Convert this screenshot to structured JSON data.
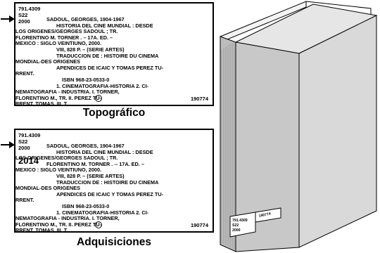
{
  "cards": [
    {
      "call_number": [
        "791.4309",
        "S22",
        "2000"
      ],
      "lines": [
        {
          "text": "SADOUL, GEORGES, 1904-1967",
          "style": "base"
        },
        {
          "text": "HISTORIA DEL CINE MUNDIAL : DESDE",
          "style": "ind1"
        },
        {
          "text": "LOS ORIGENES/GEORGES SADOUL ; TR.",
          "style": "base"
        },
        {
          "text": "FLORENTINO M. TORNER . – 17A. ED. –",
          "style": "base"
        },
        {
          "text": "MEXICO : SIGLO VEINTIUNO, 2000.",
          "style": "base"
        },
        {
          "text": "VIII, 828 P. – (SERIE ARTES)",
          "style": "ind1"
        },
        {
          "text": "TRADUCCION DE : HISTOIRE DU CINEMA",
          "style": "ind1"
        },
        {
          "text": "MONDIAL-DES ORIGENES",
          "style": "hang"
        },
        {
          "text": "APENDICES DE ICAIC Y TOMAS PEREZ TU-",
          "style": "ind1"
        },
        {
          "text": "RRENT.",
          "style": "hang"
        },
        {
          "text": "ISBN 968-23-0533-0",
          "style": "ind2"
        },
        {
          "text": "1. CINEMATOGRAFIA-HISTORIA 2. CI-",
          "style": "ind1"
        },
        {
          "text": "NEMATOGRAFIA - INDUSTRIA. I. TORNER,",
          "style": "hang"
        },
        {
          "text": "FLORENTINO M., TR. II. PEREZ TU-",
          "style": "hang"
        },
        {
          "text": "RRENT, TOMAS.     III. T.",
          "style": "hang"
        }
      ],
      "inventory_number": "190774",
      "caption": "Topográfico",
      "year_stamp": ""
    },
    {
      "call_number": [
        "791.4309",
        "S22",
        "2000"
      ],
      "lines": [
        {
          "text": "SADOUL, GEORGES, 1904-1967",
          "style": "base"
        },
        {
          "text": "HISTORIA DEL CINE MUNDIAL : DESDE",
          "style": "ind1"
        },
        {
          "text": "LOS ORIGENES/GEORGES SADOUL ; TR.",
          "style": "base"
        },
        {
          "text": "FLORENTINO M. TORNER . -- 17A. ED. –",
          "style": "base"
        },
        {
          "text": "MEXICO : SIGLO VEINTIUNO, 2000.",
          "style": "base"
        },
        {
          "text": "VIII, 828 P. – (SERIE ARTES)",
          "style": "ind1"
        },
        {
          "text": "TRADUCCION DE : HISTOIRE DU CINEMA",
          "style": "ind1"
        },
        {
          "text": "MONDIAL-DES ORIGENES",
          "style": "hang"
        },
        {
          "text": "APENDICES DE ICAIC Y TOMAS PEREZ TU-",
          "style": "ind1"
        },
        {
          "text": "RRENT.",
          "style": "hang"
        },
        {
          "text": "ISBN 968-23-0533-0",
          "style": "ind2"
        },
        {
          "text": "1. CINEMATOGRAFIA-HISTORIA 2. CI-",
          "style": "ind1"
        },
        {
          "text": "NEMATOGRAFIA - INDUSTRIA. I. TORNER,",
          "style": "hang"
        },
        {
          "text": "FLORENTINO M., TR. II. PEREZ TU-",
          "style": "hang"
        },
        {
          "text": "RRENT, TOMAS.     III. T.",
          "style": "hang"
        }
      ],
      "inventory_number": "190774",
      "caption": "Adquisiciones",
      "year_stamp": "2014"
    }
  ],
  "book_label": {
    "call_number": [
      "791.4309",
      "S22",
      "2000"
    ],
    "inventory_number": "190774"
  }
}
